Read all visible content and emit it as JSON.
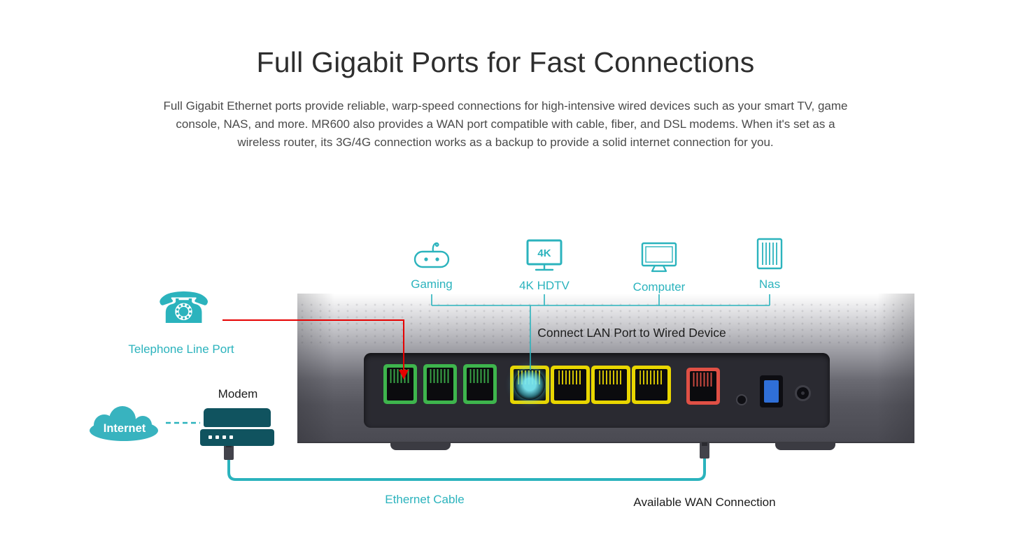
{
  "header": {
    "title": "Full Gigabit Ports for Fast Connections",
    "description": "Full Gigabit Ethernet ports provide reliable, warp-speed connections for high-intensive wired devices such as your smart TV, game console, NAS, and more. MR600 also provides a WAN port compatible with cable, fiber, and DSL modems. When it's set as a wireless router, its 3G/4G connection works as a backup to provide a solid internet connection for you."
  },
  "devices": [
    {
      "label": "Gaming",
      "icon": "gaming-icon"
    },
    {
      "label": "4K HDTV",
      "icon": "tv-icon",
      "badge": "4K"
    },
    {
      "label": "Computer",
      "icon": "computer-icon"
    },
    {
      "label": "Nas",
      "icon": "nas-icon"
    }
  ],
  "diagram": {
    "connect_lan_label": "Connect LAN Port to Wired Device",
    "telephone_label": "Telephone Line Port",
    "modem_label": "Modem",
    "internet_label": "Internet",
    "ethernet_cable_label": "Ethernet Cable",
    "available_wan_label": "Available WAN Connection"
  },
  "colors": {
    "accent_teal": "#2bb3bd",
    "red_line": "#e60000",
    "phone_port_green": "#3eb54d",
    "lan_port_yellow": "#e9d600",
    "wan_port_red": "#e05045",
    "usb_blue": "#2f6fd8"
  }
}
